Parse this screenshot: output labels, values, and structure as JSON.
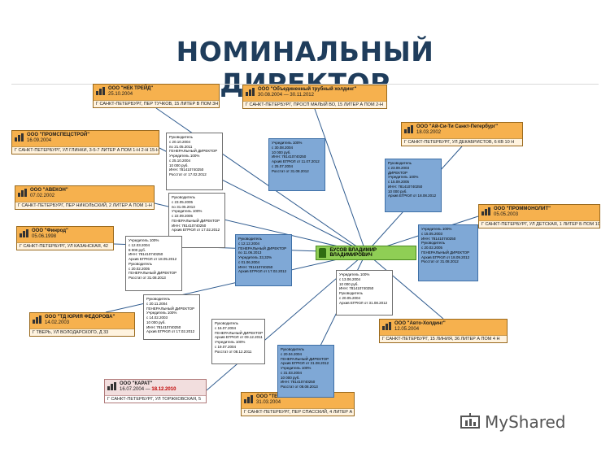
{
  "title": "НОМИНАЛЬНЫЙ ДИРЕКТОР",
  "watermark": "MyShared",
  "colors": {
    "org_fill": "#f6b14e",
    "person_fill": "#8fce55",
    "role_blue": "#7fa8d6",
    "edge": "#2f5b8f",
    "title": "#1f3d5c"
  },
  "center": {
    "name": "БУСОВ ВЛАДИМИР ВЛАДИМИРОВИЧ"
  },
  "orgs": [
    {
      "name": "ООО \"НЕК ТРЕЙД\"",
      "date": "25.10.2004",
      "address": "Г САНКТ-ПЕТЕРБУРГ, ПЕР ТУЧКОВ, 15 ЛИТЕР В ПОМ 3Н"
    },
    {
      "name": "ООО \"Объединенный трубный холдинг\"",
      "date": "30.08.2004",
      "date_closed": "30.11.2012",
      "address": "Г САНКТ-ПЕТЕРБУРГ, ПРОСП МАЛЫЙ ВО, 15 ЛИТЕР А ПОМ 2-Н"
    },
    {
      "name": "ООО \"ПРОМСПЕЦСТРОЙ\"",
      "date": "16.09.2004",
      "address": "Г САНКТ-ПЕТЕРБУРГ, УЛ ГЛИНКИ, 3-5-7 ЛИТЕР А ПОМ 1-Н 2-Н 15-Н"
    },
    {
      "name": "ООО \"Ай-Си-Ти Санкт-Петербург\"",
      "date": "18.03.2002",
      "address": "Г САНКТ-ПЕТЕРБУРГ, УЛ ДЕКАБРИСТОВ, 6 КВ 10 Н"
    },
    {
      "name": "ООО \"АВЕКОН\"",
      "date": "07.02.2002",
      "address": "Г САНКТ-ПЕТЕРБУРГ, ПЕР НИКОЛЬСКИЙ, 2 ЛИТЕР А ПОМ 1-Н"
    },
    {
      "name": "ООО \"ПРОММОНОЛИТ\"",
      "date": "05.05.2003",
      "address": "Г САНКТ-ПЕТЕРБУРГ, УЛ ДЕТСКАЯ, 1 ЛИТЕР Б ПОМ 10Н"
    },
    {
      "name": "ООО \"Финрод\"",
      "date": "05.06.1998",
      "address": "Г САНКТ-ПЕТЕРБУРГ, УЛ КАЗАНСКАЯ, 42"
    },
    {
      "name": "ООО \"ТД ЮРИЯ ФЕДОРОВА\"",
      "date": "14.02.2003",
      "address": "Г ТВЕРЬ, УЛ ВОЛОДАРСКОГО, Д 33"
    },
    {
      "name": "ООО \"Авто-Холдинг\"",
      "date": "12.05.2004",
      "address": "Г САНКТ-ПЕТЕРБУРГ, 15 ЛИНИЯ, 36 ЛИТЕР А ПОМ 4 Н"
    },
    {
      "name": "ООО \"КАРАТ\"",
      "date": "16.07.2004",
      "date_closed": "18.12.2010",
      "address": "Г САНКТ-ПЕТЕРБУРГ, УЛ ТОРЖКОВСКАЯ, 5"
    },
    {
      "name": "ООО \"ТЕКОС\"",
      "date": "31.03.2004",
      "address": "Г САНКТ-ПЕТЕРБУРГ, ПЕР СПАССКИЙ, 4 ЛИТЕР А"
    }
  ],
  "links": [
    {
      "text": "Руководитель\nс 20.10.2004\nпо 21.05.2011\nГЕНЕРАЛЬНЫЙ ДИРЕКТОР\nУчредитель 100%\nс 25.10.2004\n10 000 руб.\nИНН: 781410740250\nРосстат от 17.02.2012"
    },
    {
      "text": "Учредитель 100%\nс 30.08.2004\n10 000 руб.\nИНН: 781410740250\nАрхив ЕГРЮЛ от 11.07.2012\nс 25.07.2004\nРосстат от 31.08.2012"
    },
    {
      "text": "Руководитель\nс 23.05.2005\nпо 31.05.2013\nУчредитель 100%\nс 22.09.2005\nГЕНЕРАЛЬНЫЙ ДИРЕКТОР\nИНН: 781410740250\nАрхив ЕГРЮЛ от 17.02.2012"
    },
    {
      "text": "Руководитель\nс 23.09.2003\nДИРЕКТОР\nУчредитель 100%\nс 15.09.2005\nИНН: 781410740250\n10 000 руб.\nАрхив ЕГРЮЛ от 18.08.2012"
    },
    {
      "text": "Учредитель 100%\nс 15.05.2003\nИНН: 781410740250\nРуководитель\nс 20.02.2005\nГЕНЕРАЛЬНЫЙ ДИРЕКТОР\nАрхив ЕГРЮЛ от 18.09.2012\nРосстат от 31.08.2012"
    },
    {
      "text": "Руководитель\nс 12.12.2004\nГЕНЕРАЛЬНЫЙ ДИРЕКТОР\nпо 11.06.2013\nУчредитель 33,33%\nс 01.06.2004\nИНН: 781410740250\nАрхив ЕГРЮЛ от 17.02.2012"
    },
    {
      "text": "Учредитель 100%\nс 13.06.2004\n10 000 руб.\nИНН: 781410740250\nРуководитель\nс 20.05.2004\nАрхив ЕГРЮЛ от 31.08.2012"
    },
    {
      "text": "Учредитель 100%\nс 12.03.2004\n8 000 руб.\nИНН: 781410740250\nАрхив ЕГРЮЛ от 18.05.2012\nРуководитель\nс 20.02.2005\nГЕНЕРАЛЬНЫЙ ДИРЕКТОР\nРосстат от 31.08.2013"
    },
    {
      "text": "Руководитель\nс 20.11.2004\nГЕНЕРАЛЬНЫЙ ДИРЕКТОР\nУчредитель 100%\nс 14.02.2003\n10 000 руб.\nИНН: 781410740250\nАрхив ЕГРЮЛ от 17.02.2012"
    },
    {
      "text": "Руководитель\nс 16.07.2004\nГЕНЕРАЛЬНЫЙ ДИРЕКТОР\nАрхив ЕГРЮЛ от 09.12.2011\nУчредитель 100%\nс 19.07.2004\nРосстат от 08.12.2011"
    },
    {
      "text": "Руководитель\nс 20.04.2004\nГЕНЕРАЛЬНЫЙ ДИРЕКТОР\nАрхив ЕГРЮЛ от 31.08.2012\nУчредитель 100%\nс 31.03.2004\n10 000 руб.\nИНН: 781410740250\nРосстат от 08.08.2013"
    }
  ]
}
